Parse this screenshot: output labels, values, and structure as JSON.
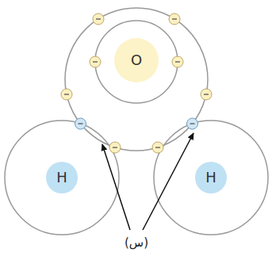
{
  "diagram": {
    "nodes": [
      {
        "text": [
          "O"
        ]
      },
      {
        "text": [
          "H"
        ]
      },
      {
        "text": [
          "H"
        ]
      }
    ],
    "labels": [
      "(س)"
    ]
  }
}
